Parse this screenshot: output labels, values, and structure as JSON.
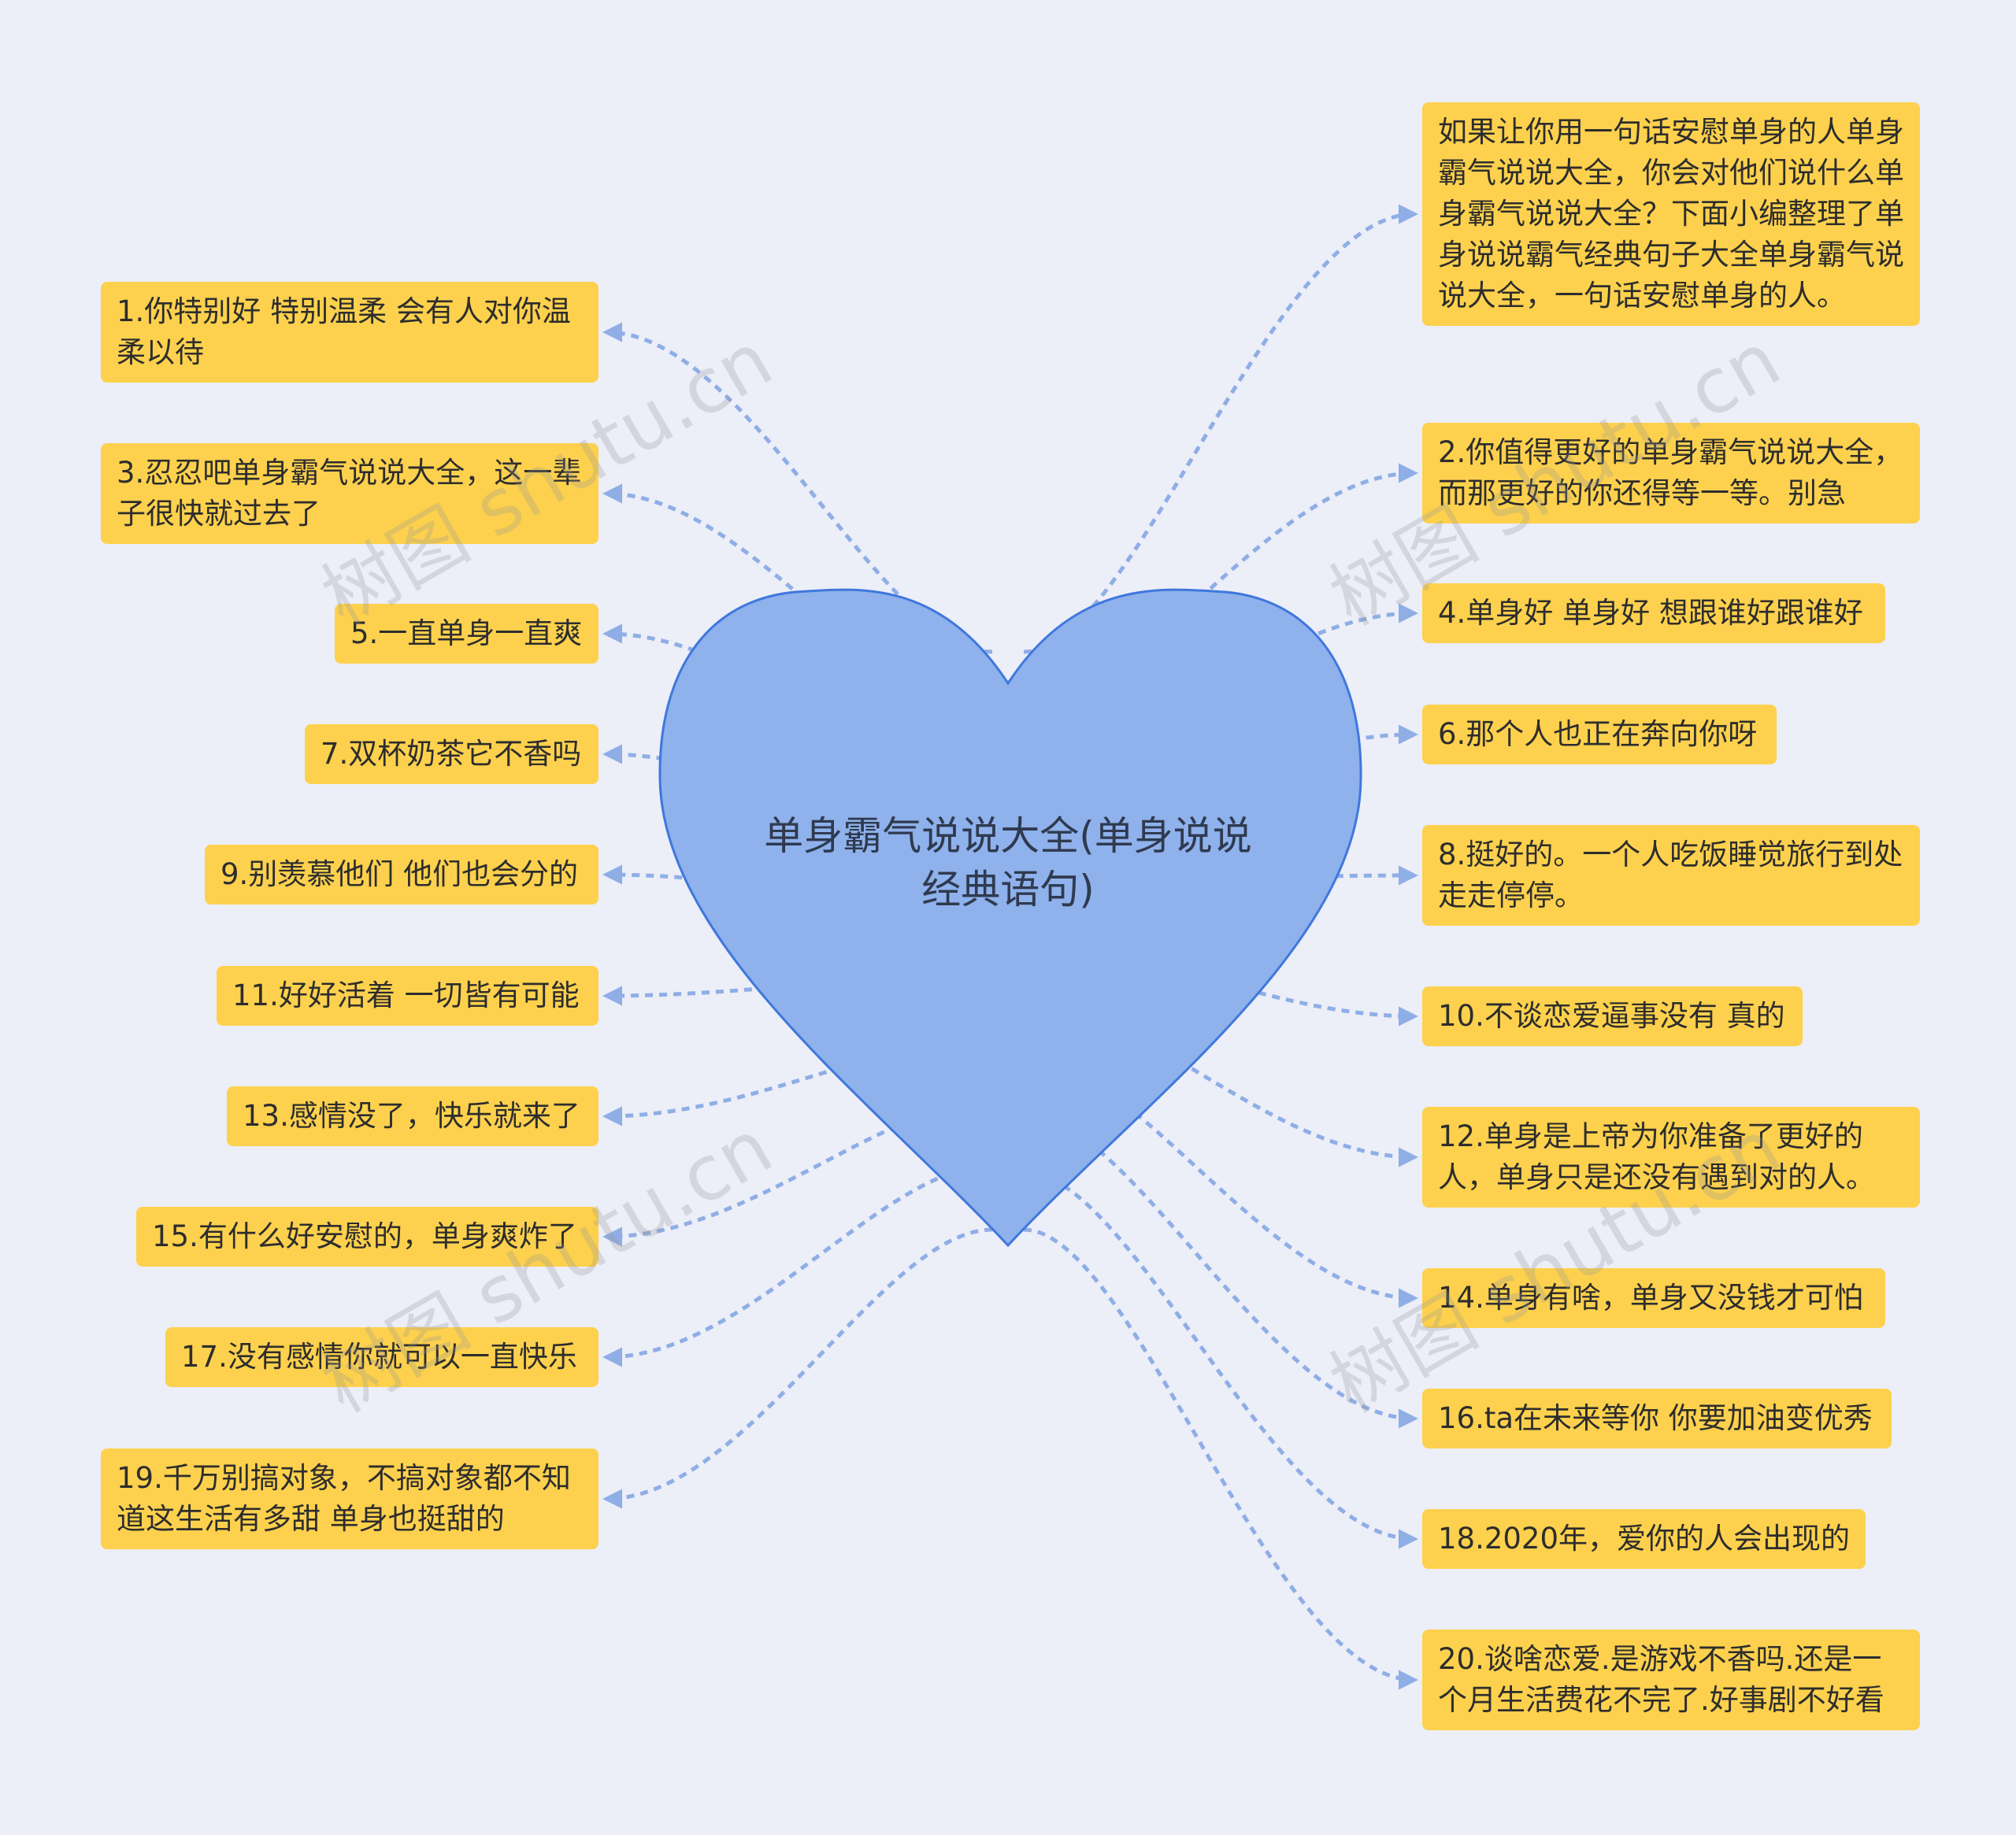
{
  "center": {
    "label": "单身霸气说说大全(单身说说经典语句)"
  },
  "colors": {
    "background": "#eceef8",
    "heart_fill": "#8fb1ec",
    "heart_stroke": "#3f78dc",
    "node_fill": "#fdd14d",
    "connector": "#8faee6"
  },
  "watermark": "树图 shutu.cn",
  "left_nodes": [
    "1.你特别好 特别温柔 会有人对你温柔以待",
    "3.忍忍吧单身霸气说说大全，这一辈子很快就过去了",
    "5.一直单身一直爽",
    "7.双杯奶茶它不香吗",
    "9.别羡慕他们 他们也会分的",
    "11.好好活着 一切皆有可能",
    "13.感情没了，快乐就来了",
    "15.有什么好安慰的，单身爽炸了",
    "17.没有感情你就可以一直快乐",
    "19.千万别搞对象，不搞对象都不知道这生活有多甜 单身也挺甜的"
  ],
  "right_nodes": [
    "如果让你用一句话安慰单身的人单身霸气说说大全，你会对他们说什么单身霸气说说大全？下面小编整理了单身说说霸气经典句子大全单身霸气说说大全，一句话安慰单身的人。",
    "2.你值得更好的单身霸气说说大全，而那更好的你还得等一等。别急",
    "4.单身好 单身好 想跟谁好跟谁好",
    "6.那个人也正在奔向你呀",
    "8.挺好的。一个人吃饭睡觉旅行到处走走停停。",
    "10.不谈恋爱逼事没有 真的",
    "12.单身是上帝为你准备了更好的人，单身只是还没有遇到对的人。",
    "14.单身有啥，单身又没钱才可怕",
    "16.ta在未来等你 你要加油变优秀",
    "18.2020年，爱你的人会出现的",
    "20.谈啥恋爱.是游戏不香吗.还是一个月生活费花不完了.好事剧不好看"
  ]
}
